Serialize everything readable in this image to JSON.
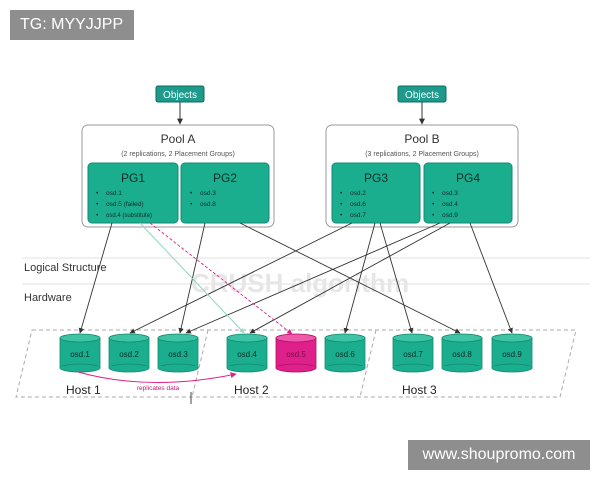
{
  "watermarks": {
    "top_left": "TG: MYYJJPP",
    "bottom_right": "www.shoupromo.com"
  },
  "objects_label": "Objects",
  "pools": [
    {
      "title": "Pool A",
      "subtitle": "(2 replications, 2 Placement Groups)",
      "pgs": [
        {
          "name": "PG1",
          "osds": [
            "osd.1",
            "osd.5 (failed)",
            "osd.4 (substitute)"
          ]
        },
        {
          "name": "PG2",
          "osds": [
            "osd.3",
            "osd.8"
          ]
        }
      ]
    },
    {
      "title": "Pool B",
      "subtitle": "(3 replications, 2 Placement Groups)",
      "pgs": [
        {
          "name": "PG3",
          "osds": [
            "osd.2",
            "osd.6",
            "osd.7"
          ]
        },
        {
          "name": "PG4",
          "osds": [
            "osd.3",
            "osd.4",
            "osd.9"
          ]
        }
      ]
    }
  ],
  "layers": {
    "logical": "Logical Structure",
    "hardware": "Hardware"
  },
  "crush_label": "CRUSH algorithm",
  "osds": [
    "osd.1",
    "osd.2",
    "osd.3",
    "osd.4",
    "osd.5",
    "osd.6",
    "osd.7",
    "osd.8",
    "osd.9"
  ],
  "failed_osd": "osd.5",
  "hosts": [
    "Host 1",
    "Host 2",
    "Host 3"
  ],
  "replicates_label": "replicates data",
  "colors": {
    "teal": "#1aae8f",
    "teal_dark": "#128a70",
    "objects_bg": "#1d9a8c",
    "failed": "#e0208a",
    "failed_dark": "#b0106a",
    "arrow": "#333333",
    "pink_arrow": "#e0208a",
    "pool_border": "#9a9a9a"
  }
}
